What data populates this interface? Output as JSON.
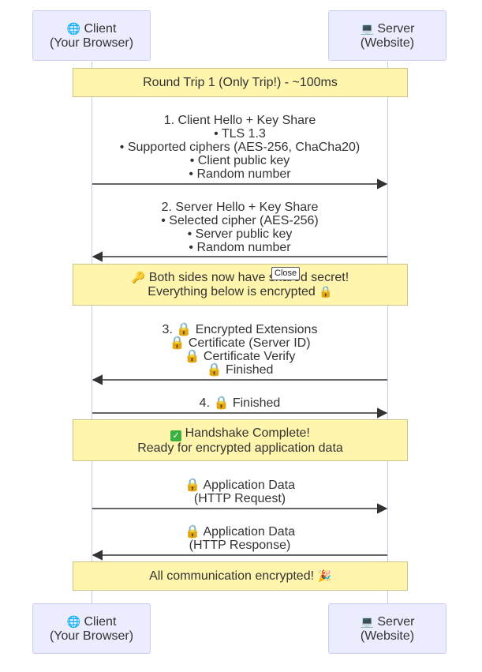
{
  "actors": {
    "client": {
      "icon": "globe-icon",
      "line1": "Client",
      "line2": "(Your Browser)"
    },
    "server": {
      "icon": "computer-icon",
      "line1": "Server",
      "line2": "(Website)"
    }
  },
  "notes": {
    "round_trip": "Round Trip 1 (Only Trip!) - ~100ms",
    "shared_secret": {
      "icon": "key-icon",
      "line1": "Both sides now have shared secret!",
      "line2": "Everything below is encrypted",
      "lock_icon": "lock-icon"
    },
    "handshake": {
      "icon": "check-icon",
      "line1": "Handshake Complete!",
      "line2": "Ready for encrypted application data"
    },
    "all_encrypted": {
      "text": "All communication encrypted!",
      "icon": "party-icon"
    }
  },
  "messages": {
    "m1": [
      "1. Client Hello + Key Share",
      "• TLS 1.3",
      "• Supported ciphers (AES-256, ChaCha20)",
      "• Client public key",
      "• Random number"
    ],
    "m2": [
      "2. Server Hello + Key Share",
      "• Selected cipher (AES-256)",
      "• Server public key",
      "• Random number"
    ],
    "m3": [
      "3. 🔒 Encrypted Extensions",
      "🔒 Certificate (Server ID)",
      "🔒 Certificate Verify",
      "🔒 Finished"
    ],
    "m4": "4. 🔒 Finished",
    "m5": [
      "🔒 Application Data",
      "(HTTP Request)"
    ],
    "m6": [
      "🔒 Application Data",
      "(HTTP Response)"
    ]
  },
  "tooltip": "Close",
  "colors": {
    "actor_fill": "#ececff",
    "note_fill": "#fff5ad",
    "arrow": "#333333"
  }
}
